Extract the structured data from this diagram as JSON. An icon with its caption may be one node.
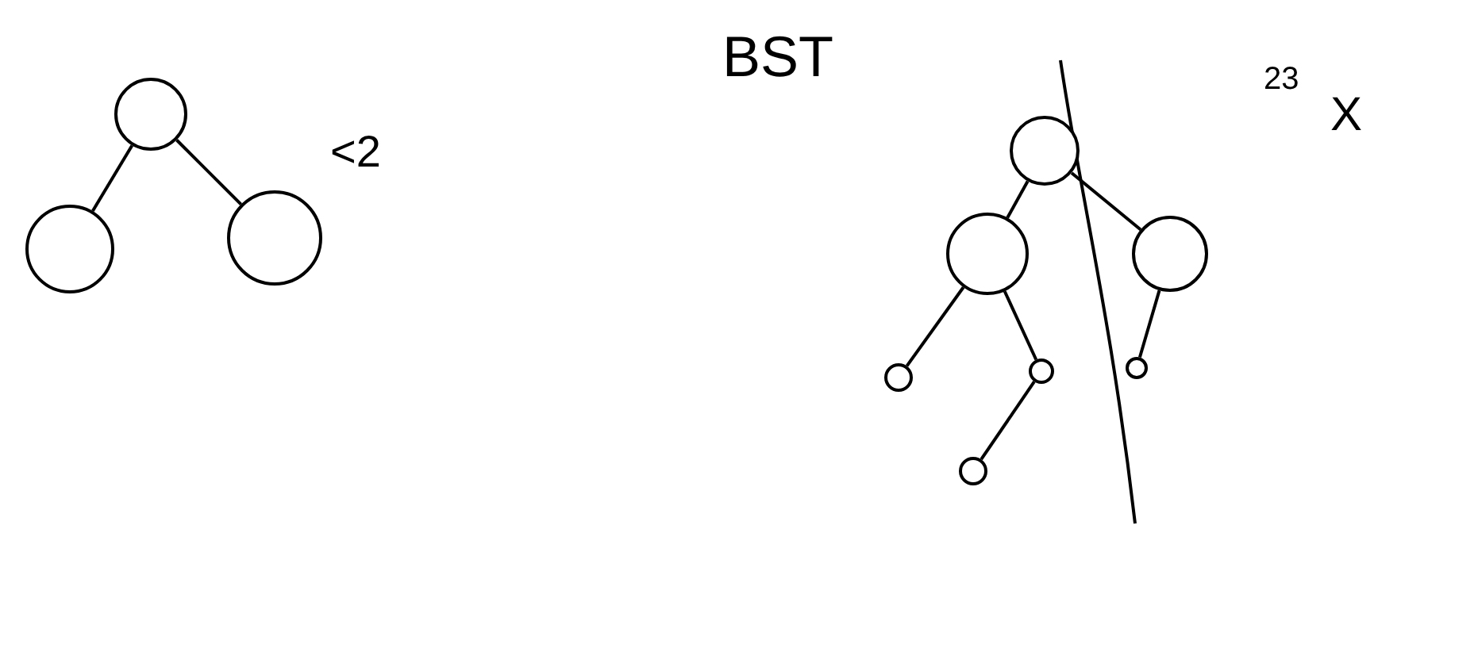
{
  "diagram": {
    "title": "BST",
    "nodes": [
      {
        "text": [],
        "shape": "circle"
      },
      {
        "text": [],
        "shape": "circle"
      },
      {
        "text": [],
        "shape": "circle"
      },
      {
        "text": [],
        "shape": "circle"
      },
      {
        "text": [],
        "shape": "circle"
      },
      {
        "text": [],
        "shape": "circle"
      },
      {
        "text": [],
        "shape": "circle"
      },
      {
        "text": [],
        "shape": "circle"
      },
      {
        "text": [],
        "shape": "circle"
      },
      {
        "text": [],
        "shape": "circle"
      }
    ],
    "edges": [
      {
        "from": 0,
        "to": 1,
        "arrow": "none"
      },
      {
        "from": 0,
        "to": 2,
        "arrow": "none"
      },
      {
        "from": 3,
        "to": 4,
        "arrow": "none"
      },
      {
        "from": 3,
        "to": 5,
        "arrow": "none"
      },
      {
        "from": 4,
        "to": 6,
        "arrow": "none"
      },
      {
        "from": 4,
        "to": 7,
        "arrow": "none"
      },
      {
        "from": 5,
        "to": 8,
        "arrow": "none"
      },
      {
        "from": 7,
        "to": 9,
        "arrow": "none"
      }
    ],
    "labels": [
      "<2",
      "23",
      "X"
    ]
  }
}
